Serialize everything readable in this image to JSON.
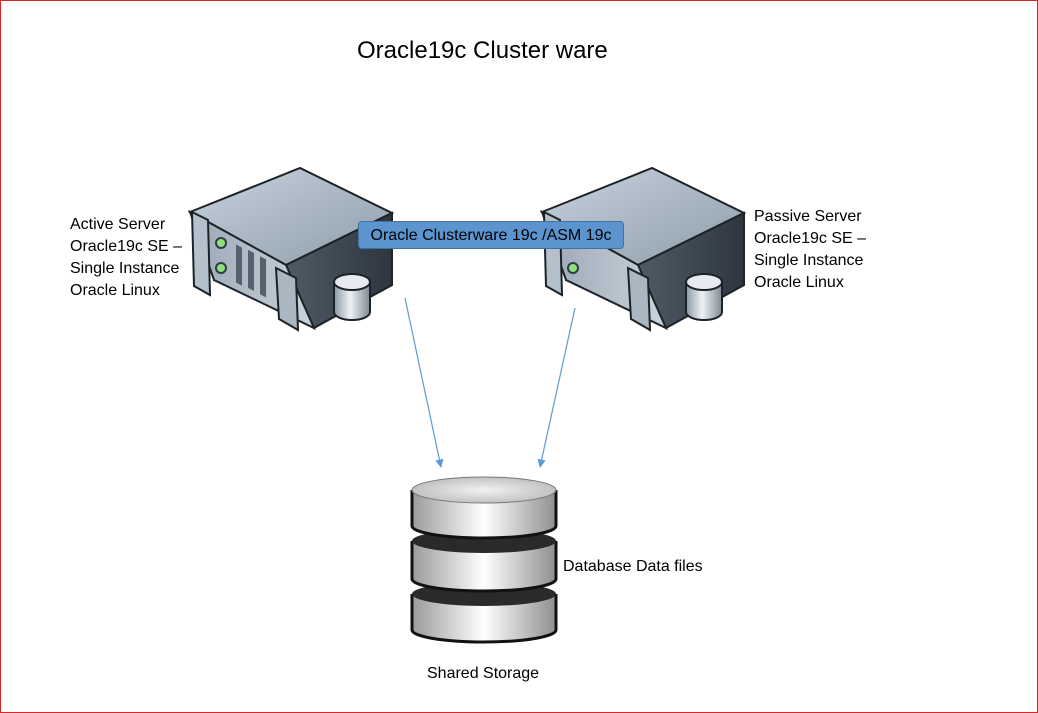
{
  "diagram": {
    "title": "Oracle19c Cluster ware",
    "active_server": {
      "lines": [
        "Active Server",
        "Oracle19c SE –",
        "Single Instance",
        "Oracle Linux"
      ]
    },
    "passive_server": {
      "lines": [
        "Passive Server",
        "Oracle19c SE –",
        "Single Instance",
        "Oracle Linux"
      ]
    },
    "cluster_banner": "Oracle Clusterware 19c /ASM 19c",
    "storage_label": "Database Data files",
    "storage_caption": "Shared Storage",
    "colors": {
      "frame_border": "#d9262b",
      "banner_fill": "#5b94cf",
      "arrow": "#5b9bd5"
    },
    "icons": [
      "server-icon",
      "server-icon",
      "database-stack-icon"
    ]
  }
}
